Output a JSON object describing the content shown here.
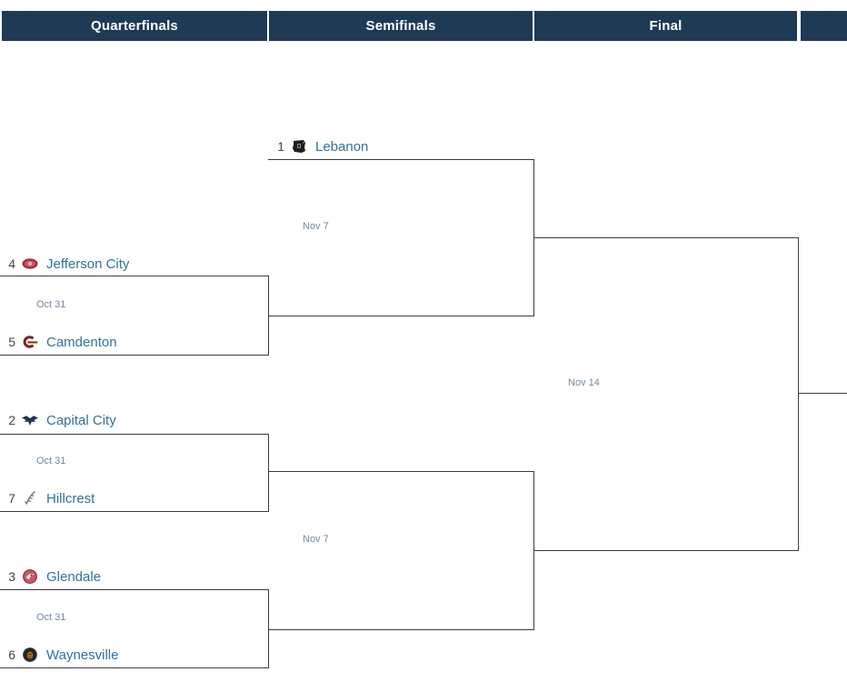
{
  "header": {
    "columns": [
      {
        "label": "Quarterfinals"
      },
      {
        "label": "Semifinals"
      },
      {
        "label": "Final"
      },
      {
        "label": ""
      }
    ]
  },
  "rounds": {
    "quarterfinals": [
      {
        "date": "Oct 31",
        "top_team": {
          "seed": "4",
          "name": "Jefferson City",
          "icon": "jefferson-city-logo-icon"
        },
        "bottom_team": {
          "seed": "5",
          "name": "Camdenton",
          "icon": "camdenton-logo-icon"
        }
      },
      {
        "date": "Oct 31",
        "top_team": {
          "seed": "2",
          "name": "Capital City",
          "icon": "capital-city-logo-icon"
        },
        "bottom_team": {
          "seed": "7",
          "name": "Hillcrest",
          "icon": "hillcrest-logo-icon"
        }
      },
      {
        "date": "Oct 31",
        "top_team": {
          "seed": "3",
          "name": "Glendale",
          "icon": "glendale-logo-icon"
        },
        "bottom_team": {
          "seed": "6",
          "name": "Waynesville",
          "icon": "waynesville-logo-icon"
        }
      }
    ],
    "semifinals": [
      {
        "date": "Nov 7",
        "top_team": {
          "seed": "1",
          "name": "Lebanon",
          "icon": "lebanon-logo-icon"
        }
      },
      {
        "date": "Nov 7"
      }
    ],
    "final": [
      {
        "date": "Nov 14"
      }
    ]
  },
  "colors": {
    "header_bg": "#1f3a55",
    "header_text": "#ffffff",
    "team_link": "#31719e",
    "seed_text": "#444444",
    "date_text": "#75879e",
    "bracket_line": "#3b3b3b"
  }
}
